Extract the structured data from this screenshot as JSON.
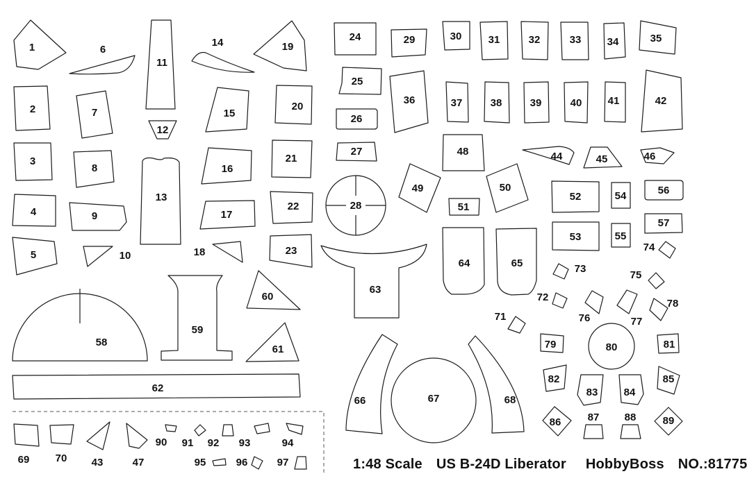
{
  "caption": {
    "scale": "1:48 Scale",
    "model": "US B-24D Liberator",
    "brand": "HobbyBoss",
    "number": "NO.:81775"
  },
  "parts": [
    "1",
    "2",
    "3",
    "4",
    "5",
    "6",
    "7",
    "8",
    "9",
    "10",
    "11",
    "12",
    "13",
    "14",
    "15",
    "16",
    "17",
    "18",
    "19",
    "20",
    "21",
    "22",
    "23",
    "24",
    "25",
    "26",
    "27",
    "28",
    "29",
    "30",
    "31",
    "32",
    "33",
    "34",
    "35",
    "36",
    "37",
    "38",
    "39",
    "40",
    "41",
    "42",
    "43",
    "44",
    "45",
    "46",
    "47",
    "48",
    "49",
    "50",
    "51",
    "52",
    "53",
    "54",
    "55",
    "56",
    "57",
    "58",
    "59",
    "60",
    "61",
    "62",
    "63",
    "64",
    "65",
    "66",
    "67",
    "68",
    "69",
    "70",
    "71",
    "72",
    "73",
    "74",
    "75",
    "76",
    "77",
    "78",
    "79",
    "80",
    "81",
    "82",
    "83",
    "84",
    "85",
    "86",
    "87",
    "88",
    "89",
    "90",
    "91",
    "92",
    "93",
    "94",
    "95",
    "96",
    "97"
  ]
}
